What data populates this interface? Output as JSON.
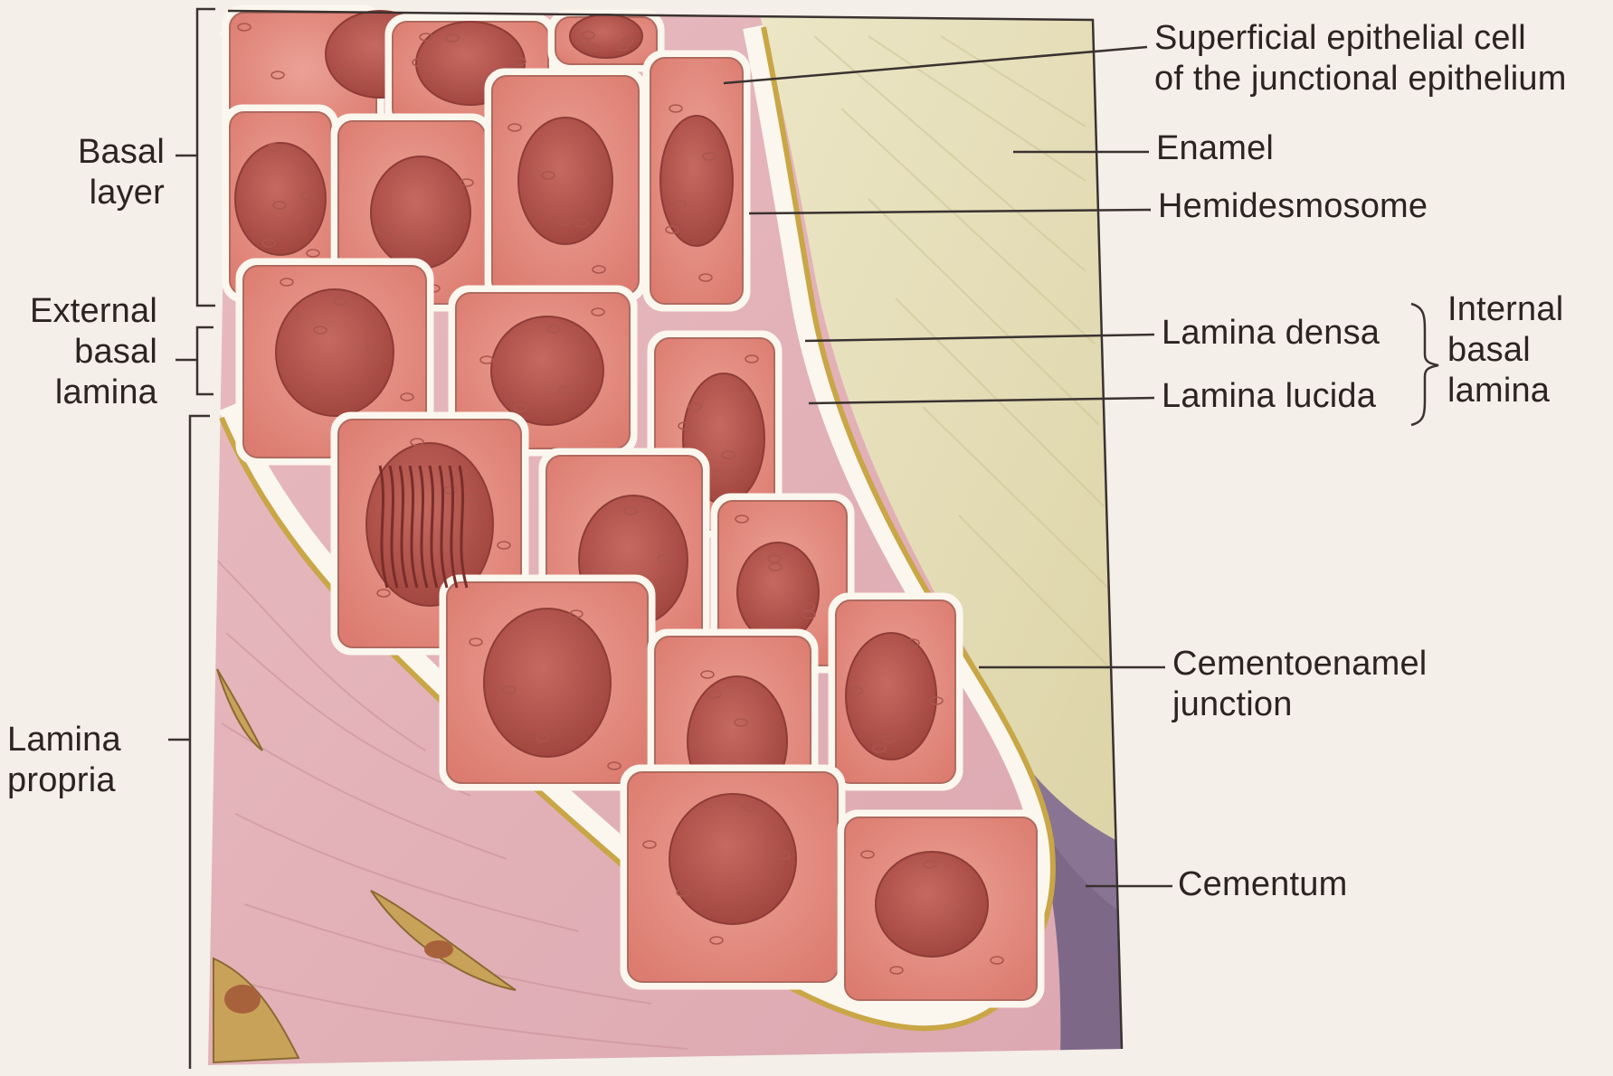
{
  "figure": {
    "colors": {
      "page": "#f4efe8",
      "enamel": "#e6e0c0",
      "cementum": "#7d6888",
      "lamina_propria": "#e6b4b9",
      "epithelial_cell": "#e4897d",
      "basal_cell": "#dd7a6e",
      "nucleus": "#b1524b",
      "basal_lamina_line": "#c9a646",
      "lamina_lucida": "#fbf7ee",
      "leader_line": "#3a3230"
    },
    "left_labels": {
      "basal_layer": [
        "Basal",
        "layer"
      ],
      "external_basal_lamina": [
        "External",
        "basal",
        "lamina"
      ],
      "lamina_propria": [
        "Lamina",
        "propria"
      ]
    },
    "right_labels": {
      "superficial_cell": [
        "Superficial epithelial cell",
        "of the junctional epithelium"
      ],
      "enamel": "Enamel",
      "hemidesmosome": "Hemidesmosome",
      "lamina_densa": "Lamina densa",
      "lamina_lucida": "Lamina lucida",
      "internal_basal_lamina": [
        "Internal",
        "basal",
        "lamina"
      ],
      "cementoenamel_junction": [
        "Cementoenamel",
        "junction"
      ],
      "cementum": "Cementum"
    }
  }
}
